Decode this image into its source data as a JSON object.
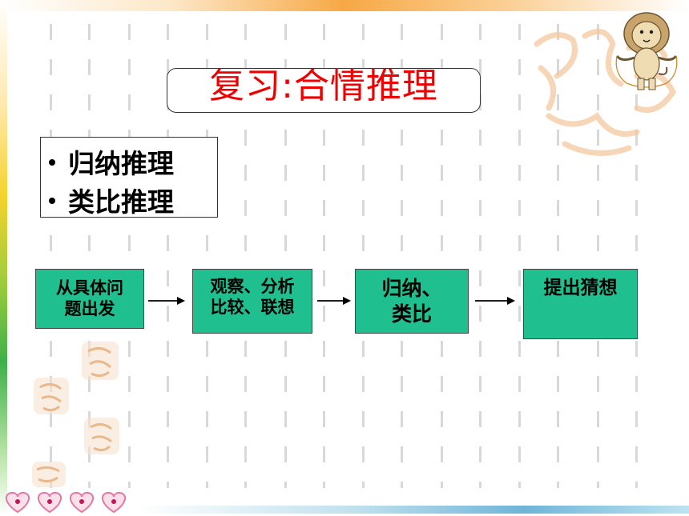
{
  "slide": {
    "title": "复习:合情推理",
    "bullets": [
      "归纳推理",
      "类比推理"
    ],
    "steps": [
      {
        "line1": "从具体问",
        "line2": "题出发"
      },
      {
        "line1": "观察、分析",
        "line2": "比较、联想"
      },
      {
        "line1": "归纳、",
        "line2": "类比"
      },
      {
        "line1": "提出猜想",
        "line2": ""
      }
    ]
  },
  "colors": {
    "title": "#f00000",
    "step_fill": "#1fbf8f",
    "frame": "#333333"
  },
  "icons": {
    "mascot": "lion-mascot-icon",
    "hearts": "heart-badges-icon",
    "arrow": "right-arrow-icon"
  }
}
